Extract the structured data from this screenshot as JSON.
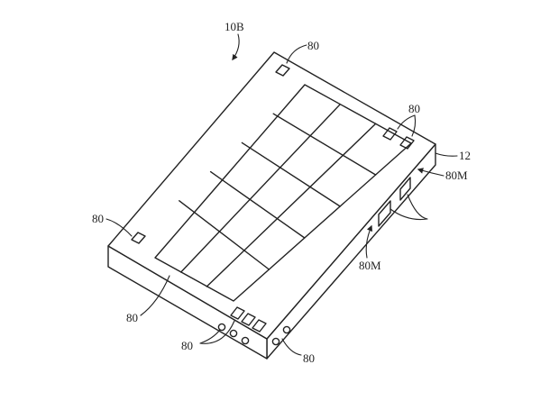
{
  "labels": {
    "device": "10B",
    "housing": "12",
    "sensor": "80",
    "sensor_m": "80M"
  }
}
